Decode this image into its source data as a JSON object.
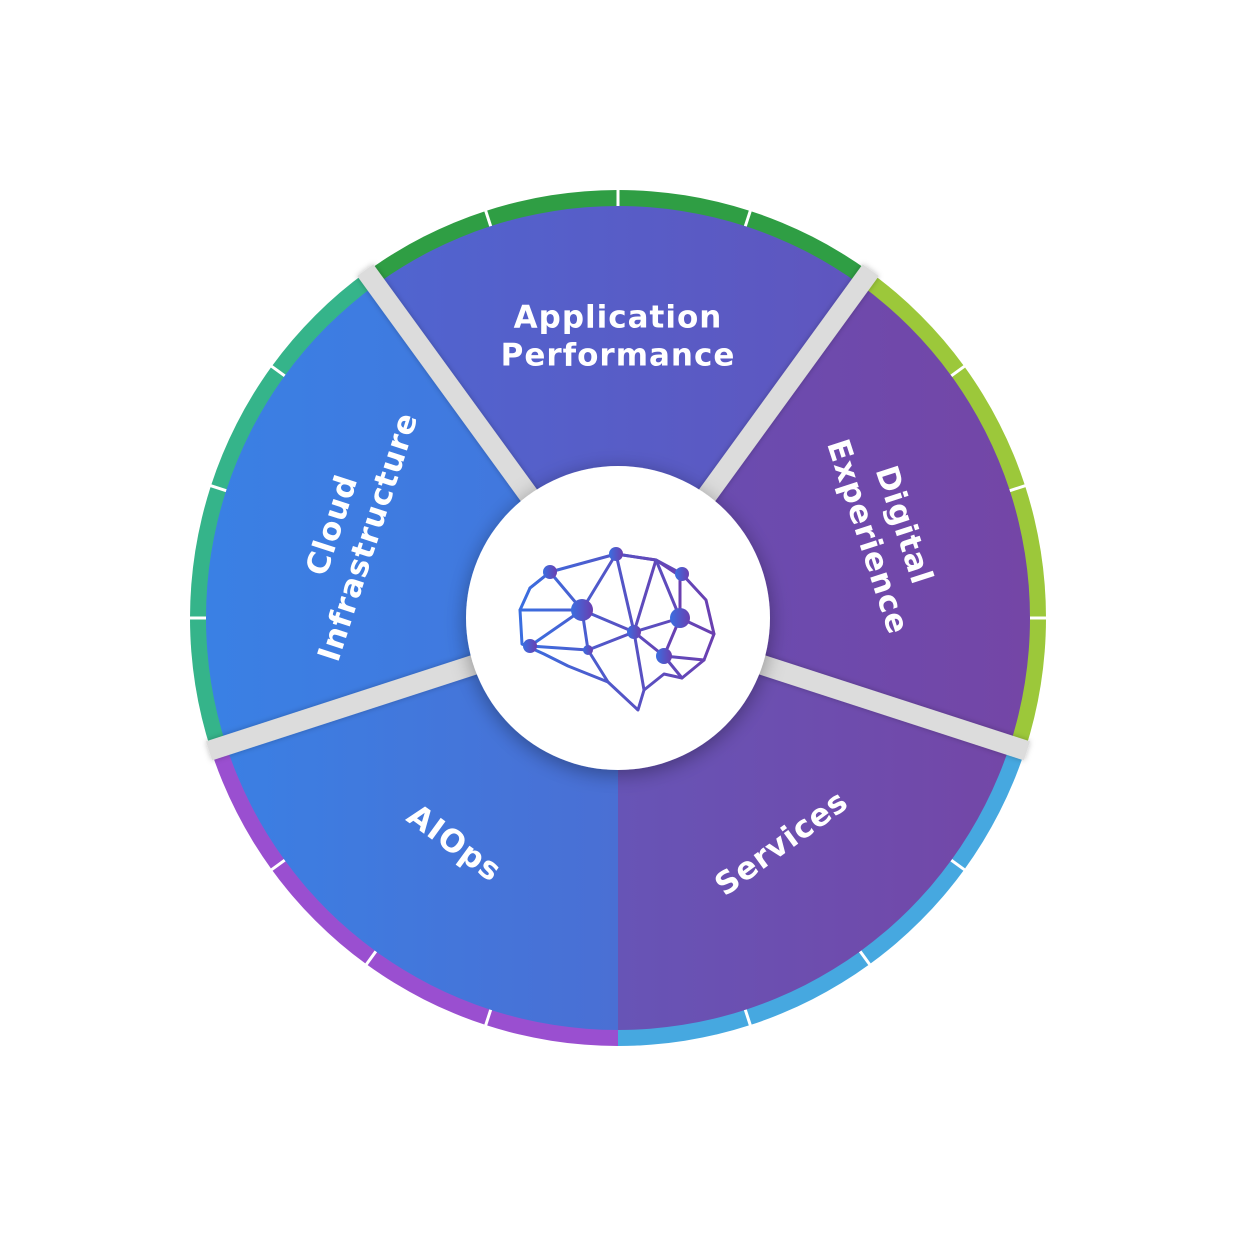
{
  "diagram": {
    "segments": [
      {
        "id": "application-performance",
        "label_lines": [
          "Application",
          "Performance"
        ],
        "rim_color": "#2f9e44",
        "fill_start": "#4a6ad6",
        "fill_end": "#6550b8"
      },
      {
        "id": "digital-experience",
        "label_lines": [
          "Digital",
          "Experience"
        ],
        "rim_color": "#9cc83a",
        "fill_start": "#5a55c0",
        "fill_end": "#7446a6"
      },
      {
        "id": "services",
        "label_lines": [
          "Services"
        ],
        "rim_color": "#46a8e0",
        "fill_start": "#5a62c6",
        "fill_end": "#7446a6"
      },
      {
        "id": "aiops",
        "label_lines": [
          "AIOps"
        ],
        "rim_color": "#9a4fd0",
        "fill_start": "#3a80e4",
        "fill_end": "#5a5ec4"
      },
      {
        "id": "cloud-infrastructure",
        "label_lines": [
          "Cloud",
          "Infrastructure"
        ],
        "rim_color": "#35b48a",
        "fill_start": "#3a80e4",
        "fill_end": "#4e6ad4"
      }
    ],
    "center_icon": "brain-network-icon",
    "colors": {
      "separator": "#dcdcdc",
      "hub": "#ffffff",
      "icon_start": "#3a6ee0",
      "icon_end": "#6a3fb0"
    }
  }
}
